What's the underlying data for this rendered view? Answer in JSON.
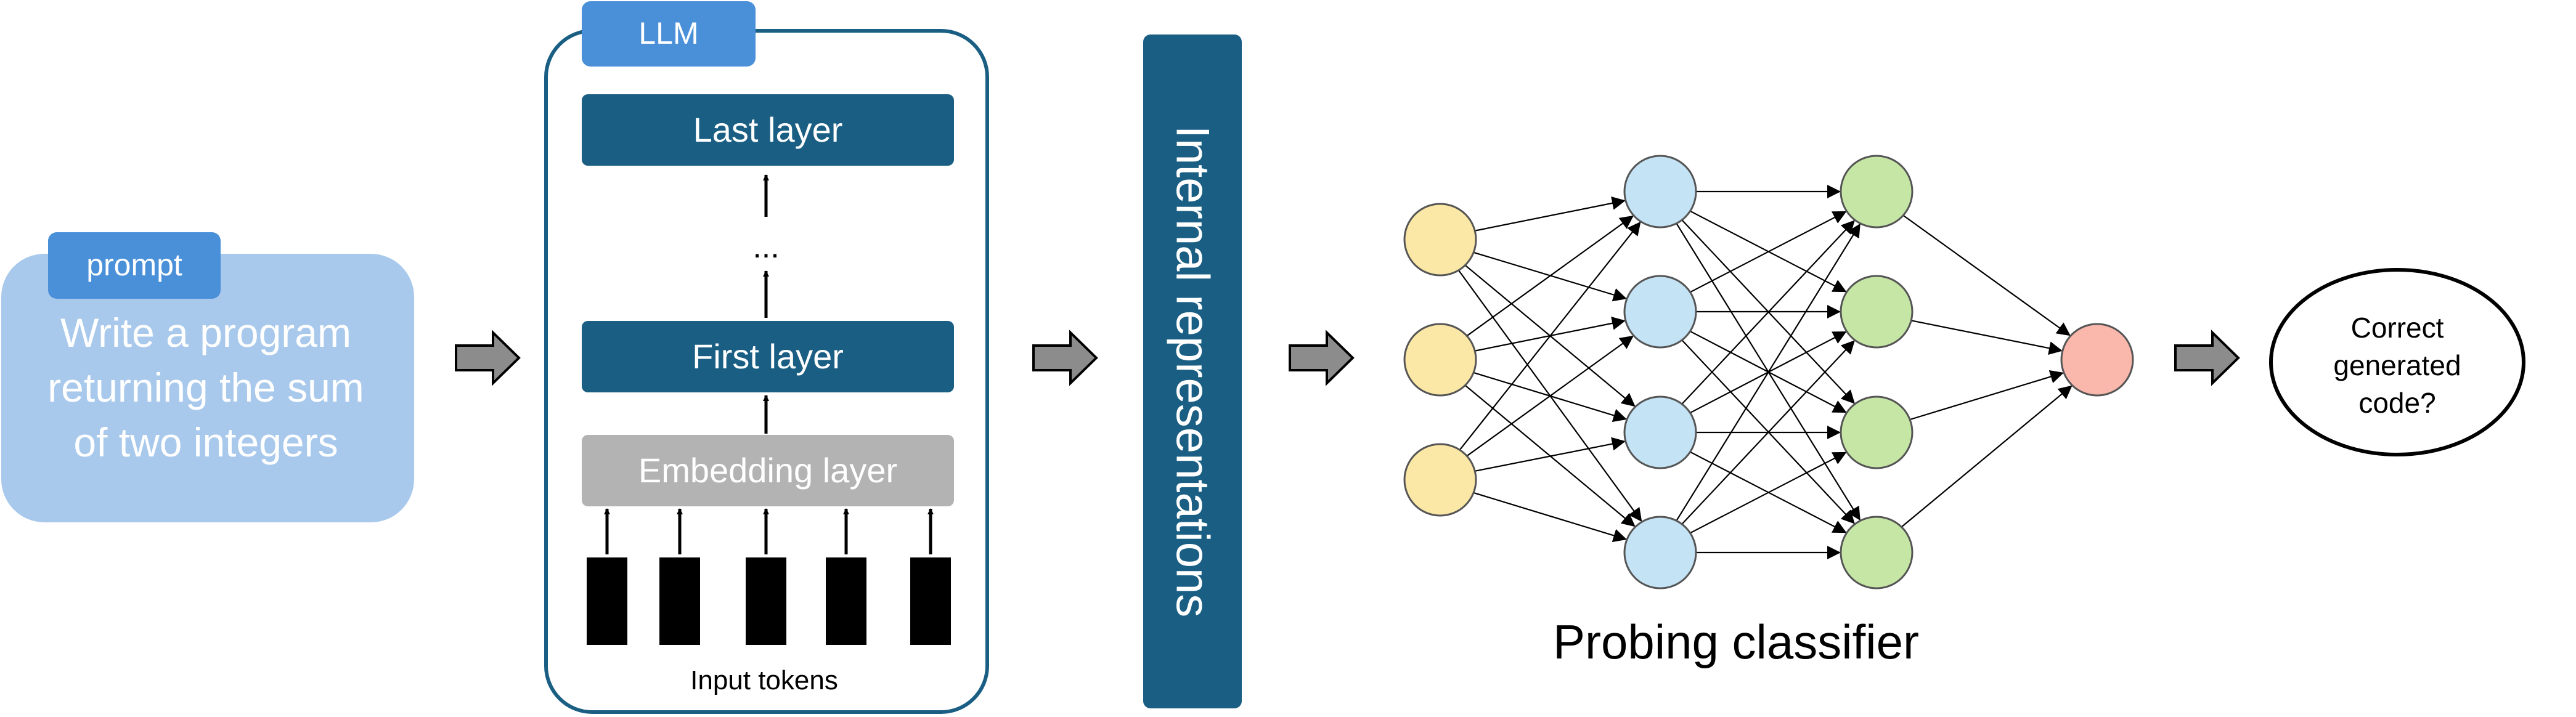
{
  "prompt": {
    "tag": "prompt",
    "lines": [
      "Write a program",
      "returning the sum",
      "of two integers"
    ]
  },
  "llm": {
    "tag": "LLM",
    "last_layer": "Last layer",
    "ellipsis": "...",
    "first_layer": "First layer",
    "embedding_layer": "Embedding layer",
    "input_tokens_label": "Input tokens",
    "token_count": 5
  },
  "internal_representations": "Internal representations",
  "probing_classifier": {
    "label": "Probing classifier",
    "layer_sizes": [
      3,
      4,
      4,
      1
    ]
  },
  "output": {
    "lines": [
      "Correct",
      "generated",
      "code?"
    ]
  },
  "colors": {
    "prompt_box": "#a9c9ec",
    "tag_blue": "#4a90d9",
    "layer_dark": "#1a5f83",
    "embedding_gray": "#b3b3b3",
    "input_node": "#fce8a6",
    "hidden_node": "#c4e3f5",
    "hidden2_node": "#c6e6a6",
    "output_node": "#f9b8ab",
    "arrow_gray": "#8c8c8c"
  }
}
